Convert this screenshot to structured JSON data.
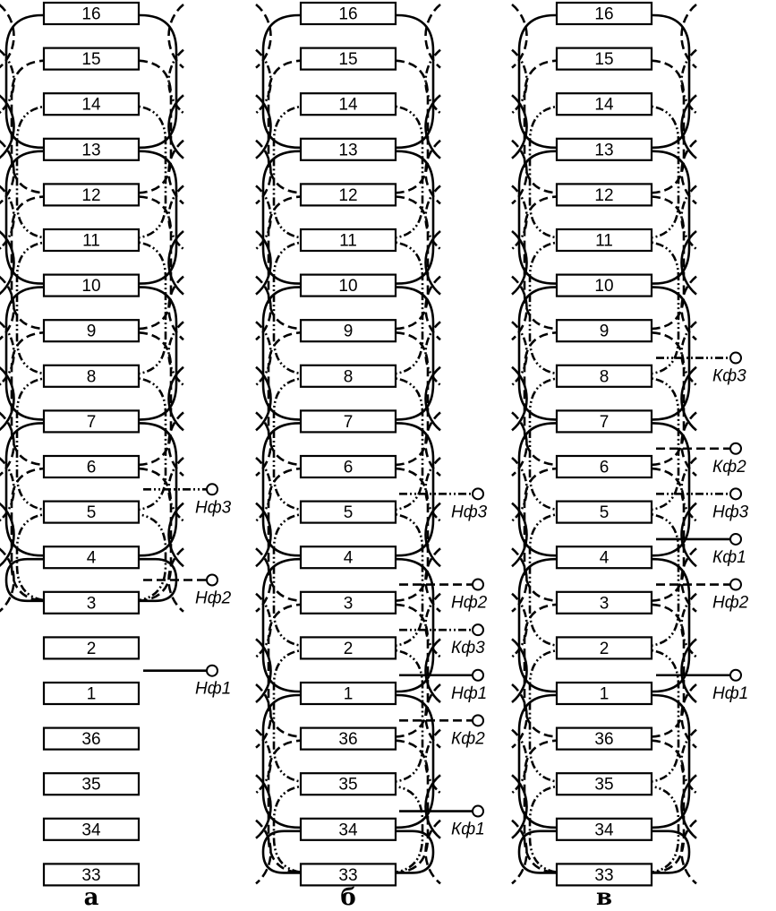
{
  "panels": [
    {
      "id": "a",
      "label": "а",
      "slots": [
        "16",
        "15",
        "14",
        "13",
        "12",
        "11",
        "10",
        "9",
        "8",
        "7",
        "6",
        "5",
        "4",
        "3",
        "2",
        "1",
        "36",
        "35",
        "34",
        "33"
      ],
      "leads": [
        {
          "text": "Нф3",
          "slot_index": 10.5,
          "style": "dot"
        },
        {
          "text": "Нф2",
          "slot_index": 12.5,
          "style": "dash"
        },
        {
          "text": "Нф1",
          "slot_index": 14.5,
          "style": "solid"
        }
      ]
    },
    {
      "id": "b",
      "label": "б",
      "slots": [
        "16",
        "15",
        "14",
        "13",
        "12",
        "11",
        "10",
        "9",
        "8",
        "7",
        "6",
        "5",
        "4",
        "3",
        "2",
        "1",
        "36",
        "35",
        "34",
        "33"
      ],
      "leads": [
        {
          "text": "Нф3",
          "slot_index": 10.6,
          "style": "dot"
        },
        {
          "text": "Нф2",
          "slot_index": 12.6,
          "style": "dash"
        },
        {
          "text": "Кф3",
          "slot_index": 13.6,
          "style": "dot"
        },
        {
          "text": "Нф1",
          "slot_index": 14.6,
          "style": "solid"
        },
        {
          "text": "Кф2",
          "slot_index": 15.6,
          "style": "dash"
        },
        {
          "text": "Кф1",
          "slot_index": 17.6,
          "style": "solid"
        }
      ]
    },
    {
      "id": "c",
      "label": "в",
      "slots": [
        "16",
        "15",
        "14",
        "13",
        "12",
        "11",
        "10",
        "9",
        "8",
        "7",
        "6",
        "5",
        "4",
        "3",
        "2",
        "1",
        "36",
        "35",
        "34",
        "33"
      ],
      "leads": [
        {
          "text": "Кф3",
          "slot_index": 7.6,
          "style": "dot"
        },
        {
          "text": "Кф2",
          "slot_index": 9.6,
          "style": "dash"
        },
        {
          "text": "Нф3",
          "slot_index": 10.6,
          "style": "dot"
        },
        {
          "text": "Кф1",
          "slot_index": 11.6,
          "style": "solid"
        },
        {
          "text": "Нф2",
          "slot_index": 12.6,
          "style": "dash"
        },
        {
          "text": "Нф1",
          "slot_index": 14.6,
          "style": "solid"
        }
      ]
    }
  ]
}
